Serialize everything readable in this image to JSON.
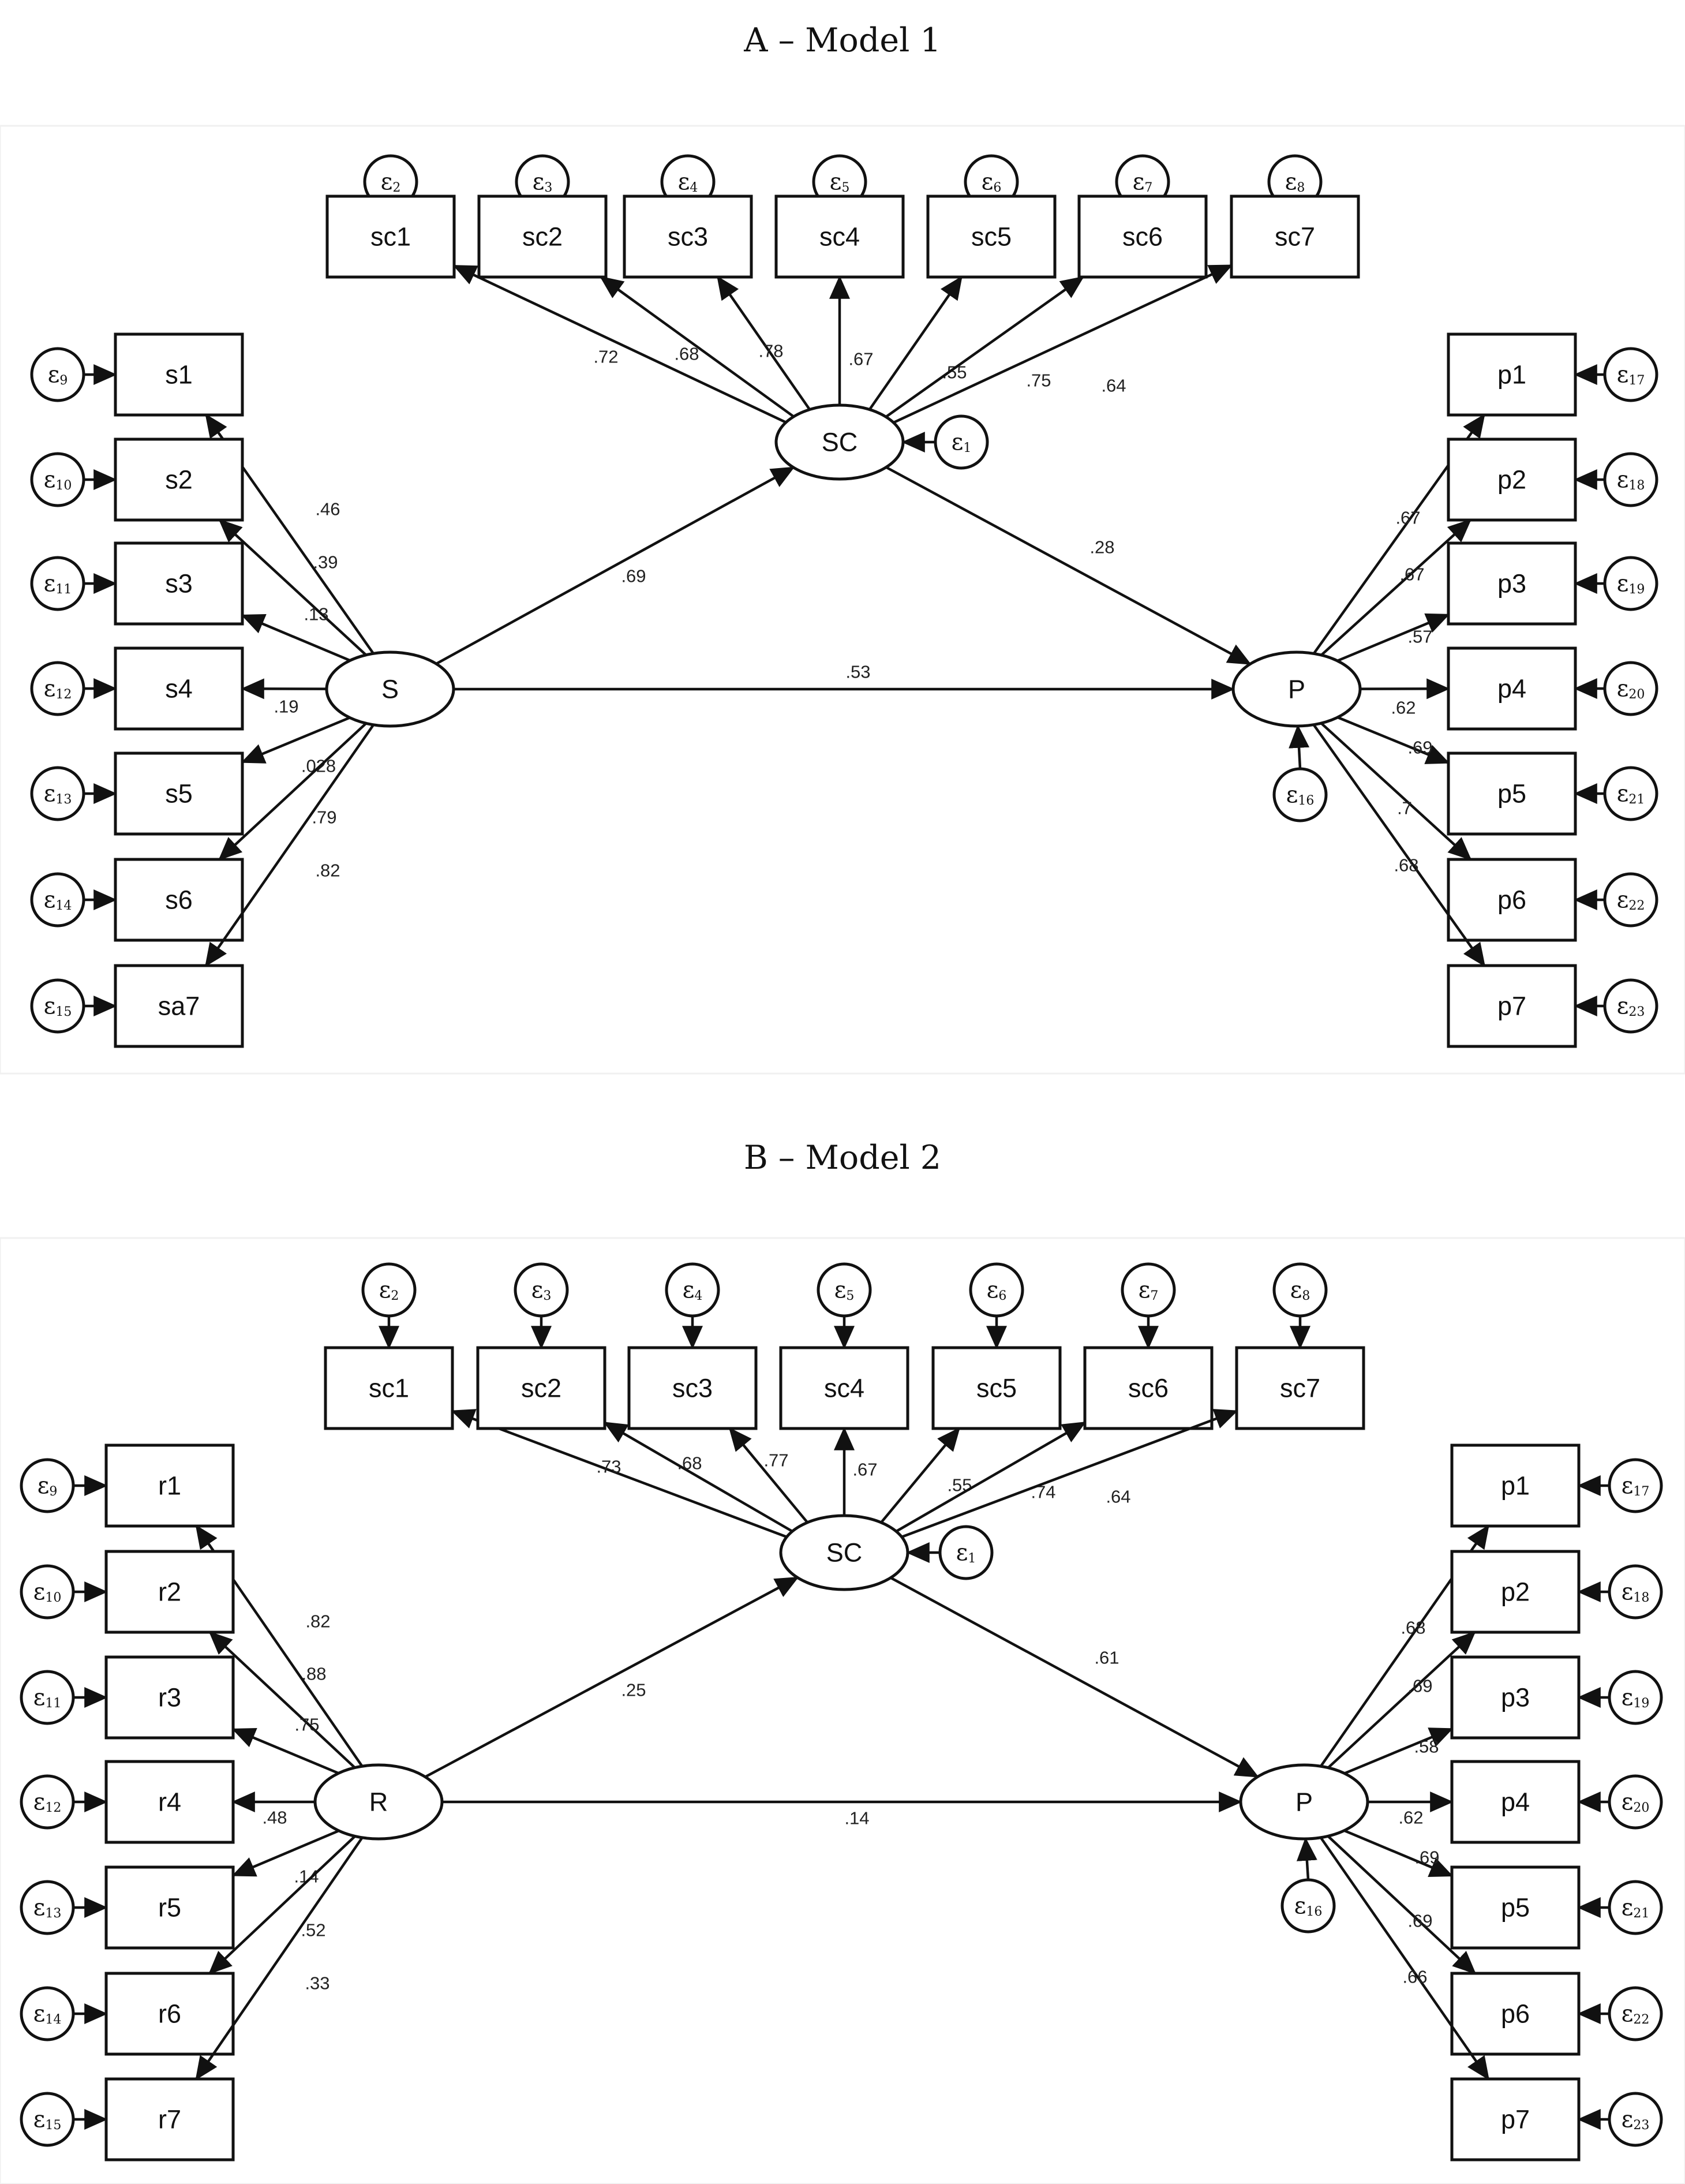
{
  "colors": {
    "stroke": "#111111",
    "background": "#ffffff"
  },
  "panels": [
    {
      "id": "A",
      "title": "A – Model 1",
      "exog": {
        "label": "S"
      },
      "mediator": {
        "label": "SC",
        "error": {
          "symbol": "ε",
          "sub": "1"
        }
      },
      "outcome": {
        "label": "P",
        "error": {
          "symbol": "ε",
          "sub": "16"
        }
      },
      "mediator_indicators": [
        {
          "label": "sc1",
          "coef": ".72",
          "error": {
            "symbol": "ε",
            "sub": "2"
          }
        },
        {
          "label": "sc2",
          "coef": ".68",
          "error": {
            "symbol": "ε",
            "sub": "3"
          }
        },
        {
          "label": "sc3",
          "coef": ".78",
          "error": {
            "symbol": "ε",
            "sub": "4"
          }
        },
        {
          "label": "sc4",
          "coef": ".67",
          "error": {
            "symbol": "ε",
            "sub": "5"
          }
        },
        {
          "label": "sc5",
          "coef": ".55",
          "error": {
            "symbol": "ε",
            "sub": "6"
          }
        },
        {
          "label": "sc6",
          "coef": ".75",
          "error": {
            "symbol": "ε",
            "sub": "7"
          }
        },
        {
          "label": "sc7",
          "coef": ".64",
          "error": {
            "symbol": "ε",
            "sub": "8"
          }
        }
      ],
      "exog_indicators": [
        {
          "label": "s1",
          "coef": ".46",
          "error": {
            "symbol": "ε",
            "sub": "9"
          }
        },
        {
          "label": "s2",
          "coef": ".39",
          "error": {
            "symbol": "ε",
            "sub": "10"
          }
        },
        {
          "label": "s3",
          "coef": ".13",
          "error": {
            "symbol": "ε",
            "sub": "11"
          }
        },
        {
          "label": "s4",
          "coef": ".19",
          "error": {
            "symbol": "ε",
            "sub": "12"
          }
        },
        {
          "label": "s5",
          "coef": ".028",
          "error": {
            "symbol": "ε",
            "sub": "13"
          }
        },
        {
          "label": "s6",
          "coef": ".79",
          "error": {
            "symbol": "ε",
            "sub": "14"
          }
        },
        {
          "label": "sa7",
          "coef": ".82",
          "error": {
            "symbol": "ε",
            "sub": "15"
          }
        }
      ],
      "outcome_indicators": [
        {
          "label": "p1",
          "coef": ".67",
          "error": {
            "symbol": "ε",
            "sub": "17"
          }
        },
        {
          "label": "p2",
          "coef": ".67",
          "error": {
            "symbol": "ε",
            "sub": "18"
          }
        },
        {
          "label": "p3",
          "coef": ".57",
          "error": {
            "symbol": "ε",
            "sub": "19"
          }
        },
        {
          "label": "p4",
          "coef": ".62",
          "error": {
            "symbol": "ε",
            "sub": "20"
          }
        },
        {
          "label": "p5",
          "coef": ".69",
          "error": {
            "symbol": "ε",
            "sub": "21"
          }
        },
        {
          "label": "p6",
          "coef": ".7",
          "error": {
            "symbol": "ε",
            "sub": "22"
          }
        },
        {
          "label": "p7",
          "coef": ".68",
          "error": {
            "symbol": "ε",
            "sub": "23"
          }
        }
      ],
      "paths": {
        "exog_to_mediator": ".69",
        "mediator_to_outcome": ".28",
        "exog_to_outcome": ".53"
      }
    },
    {
      "id": "B",
      "title": "B – Model 2",
      "exog": {
        "label": "R"
      },
      "mediator": {
        "label": "SC",
        "error": {
          "symbol": "ε",
          "sub": "1"
        }
      },
      "outcome": {
        "label": "P",
        "error": {
          "symbol": "ε",
          "sub": "16"
        }
      },
      "mediator_indicators": [
        {
          "label": "sc1",
          "coef": ".73",
          "error": {
            "symbol": "ε",
            "sub": "2"
          }
        },
        {
          "label": "sc2",
          "coef": ".68",
          "error": {
            "symbol": "ε",
            "sub": "3"
          }
        },
        {
          "label": "sc3",
          "coef": ".77",
          "error": {
            "symbol": "ε",
            "sub": "4"
          }
        },
        {
          "label": "sc4",
          "coef": ".67",
          "error": {
            "symbol": "ε",
            "sub": "5"
          }
        },
        {
          "label": "sc5",
          "coef": ".55",
          "error": {
            "symbol": "ε",
            "sub": "6"
          }
        },
        {
          "label": "sc6",
          "coef": ".74",
          "error": {
            "symbol": "ε",
            "sub": "7"
          }
        },
        {
          "label": "sc7",
          "coef": ".64",
          "error": {
            "symbol": "ε",
            "sub": "8"
          }
        }
      ],
      "exog_indicators": [
        {
          "label": "r1",
          "coef": ".82",
          "error": {
            "symbol": "ε",
            "sub": "9"
          }
        },
        {
          "label": "r2",
          "coef": ".88",
          "error": {
            "symbol": "ε",
            "sub": "10"
          }
        },
        {
          "label": "r3",
          "coef": ".75",
          "error": {
            "symbol": "ε",
            "sub": "11"
          }
        },
        {
          "label": "r4",
          "coef": ".48",
          "error": {
            "symbol": "ε",
            "sub": "12"
          }
        },
        {
          "label": "r5",
          "coef": ".14",
          "error": {
            "symbol": "ε",
            "sub": "13"
          }
        },
        {
          "label": "r6",
          "coef": ".52",
          "error": {
            "symbol": "ε",
            "sub": "14"
          }
        },
        {
          "label": "r7",
          "coef": ".33",
          "error": {
            "symbol": "ε",
            "sub": "15"
          }
        }
      ],
      "outcome_indicators": [
        {
          "label": "p1",
          "coef": ".68",
          "error": {
            "symbol": "ε",
            "sub": "17"
          }
        },
        {
          "label": "p2",
          "coef": ".69",
          "error": {
            "symbol": "ε",
            "sub": "18"
          }
        },
        {
          "label": "p3",
          "coef": ".58",
          "error": {
            "symbol": "ε",
            "sub": "19"
          }
        },
        {
          "label": "p4",
          "coef": ".62",
          "error": {
            "symbol": "ε",
            "sub": "20"
          }
        },
        {
          "label": "p5",
          "coef": ".69",
          "error": {
            "symbol": "ε",
            "sub": "21"
          }
        },
        {
          "label": "p6",
          "coef": ".69",
          "error": {
            "symbol": "ε",
            "sub": "22"
          }
        },
        {
          "label": "p7",
          "coef": ".66",
          "error": {
            "symbol": "ε",
            "sub": "23"
          }
        }
      ],
      "paths": {
        "exog_to_mediator": ".25",
        "mediator_to_outcome": ".61",
        "exog_to_outcome": ".14"
      }
    }
  ]
}
